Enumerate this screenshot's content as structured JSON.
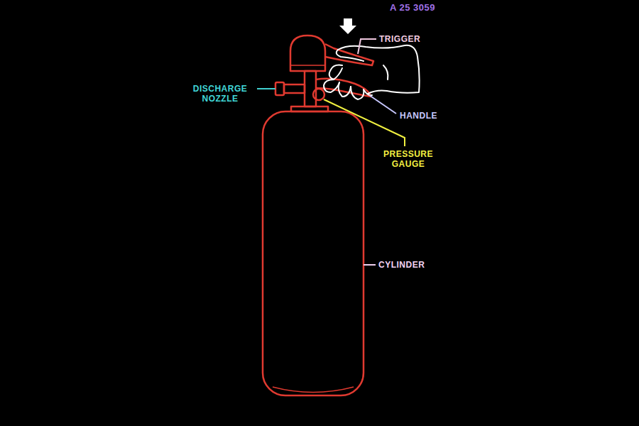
{
  "diagram": {
    "labels": [
      "A 25 3059",
      "TRIGGER",
      "DISCHARGE NOZZLE",
      "HANDLE",
      "PRESSURE GAUGE",
      "CYLINDER"
    ]
  }
}
